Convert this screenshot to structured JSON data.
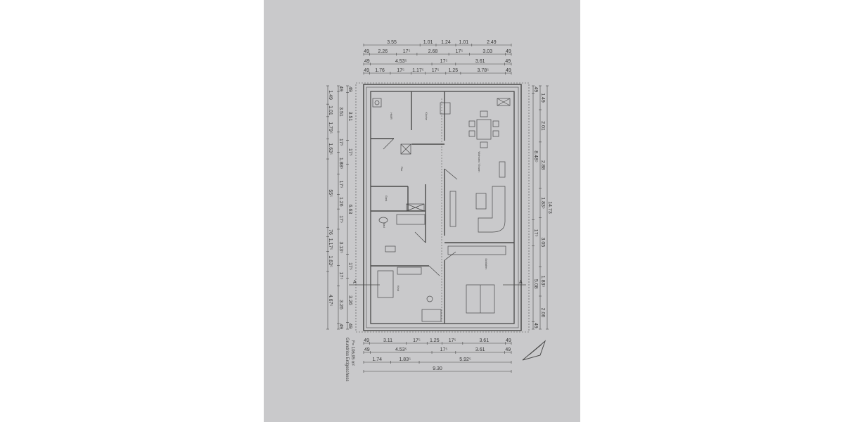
{
  "caption": {
    "title": "Grundriss Erdgeschoss",
    "area": "F= 106,95 m²"
  },
  "section_marker": "A",
  "rooms": [
    "HWR",
    "Küche",
    "Wohnen / Essen",
    "Flur",
    "Gast",
    "Bad",
    "Kind",
    "Schlafen"
  ],
  "dimensions": {
    "top": [
      [
        "3.55",
        "1.01",
        "1.24",
        "1.01",
        "2.49"
      ],
      [
        "49",
        "2.26",
        "17⁵",
        "2.68",
        "17⁵",
        "3.03",
        "49"
      ],
      [
        "49",
        "4.53⁵",
        "17⁵",
        "3.61",
        "49"
      ],
      [
        "49",
        "1.76",
        "17⁵",
        "1.17⁵",
        "17⁵",
        "1.25",
        "3.78⁵",
        "49"
      ]
    ],
    "bottom": [
      [
        "49",
        "3.11",
        "17⁵",
        "1.25",
        "17⁵",
        "3.61",
        "49"
      ],
      [
        "49",
        "4.53⁵",
        "17⁵",
        "3.61",
        "49"
      ],
      [
        "1.74",
        "1.83⁵",
        "5.92⁵"
      ],
      [
        "9.30"
      ]
    ],
    "left": [
      [
        "1.49",
        "1.01",
        "1.79⁵",
        "1.63⁵",
        "55⁵",
        "76",
        "1.17⁵",
        "1.63⁵",
        "4.67⁵"
      ],
      [
        "49",
        "3.51",
        "17⁵",
        "1.88⁵",
        "17⁵",
        "1.26",
        "17⁵",
        "3.13⁵",
        "17⁵",
        "3.26",
        "49"
      ],
      [
        "49",
        "3.51",
        "17⁵",
        "6.63",
        "17⁵",
        "3.26",
        "49"
      ]
    ],
    "right": [
      [
        "49",
        "8.48⁵",
        "17⁵",
        "5.08",
        "49"
      ],
      [
        "1.49",
        "2.01",
        "2.88",
        "1.83⁵",
        "3.05",
        "1.83⁵",
        "2.06"
      ],
      [
        "14.73"
      ]
    ]
  },
  "colors": {
    "paper": "#c9c9cb",
    "ink": "#4a4a4a"
  }
}
